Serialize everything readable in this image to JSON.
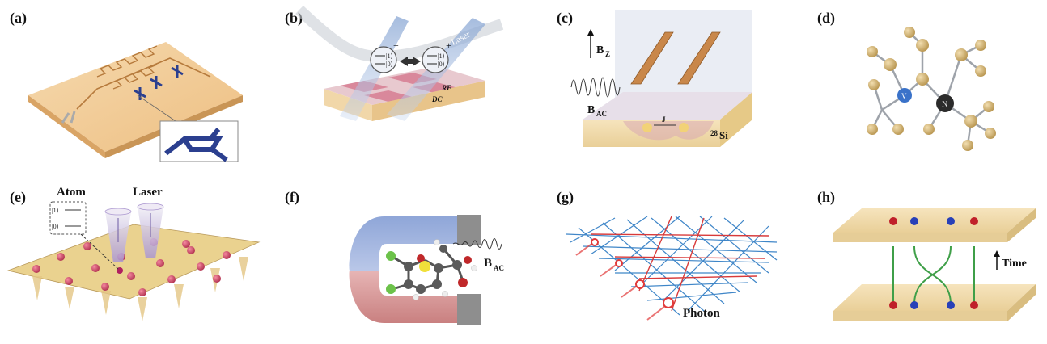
{
  "panels": [
    {
      "label": "(a)",
      "name": "superconducting-circuit"
    },
    {
      "label": "(b)",
      "name": "trapped-ion",
      "texts": {
        "laser": "Laser",
        "rf": "RF",
        "dc": "DC",
        "ket1": "|1⟩",
        "ket0": "|0⟩",
        "plus": "+"
      }
    },
    {
      "label": "(c)",
      "name": "silicon-spin-qubit",
      "texts": {
        "bz": "B",
        "bz_sub": "Z",
        "bac": "B",
        "bac_sub": "AC",
        "si_sup": "28",
        "si": "Si",
        "j": "J"
      }
    },
    {
      "label": "(d)",
      "name": "nv-center",
      "texts": {
        "v": "V",
        "n": "N"
      }
    },
    {
      "label": "(e)",
      "name": "neutral-atom",
      "texts": {
        "atom": "Atom",
        "laser": "Laser",
        "ket1": "|1⟩",
        "ket0": "|0⟩"
      }
    },
    {
      "label": "(f)",
      "name": "molecular-magnet",
      "texts": {
        "bac": "B",
        "bac_sub": "AC"
      }
    },
    {
      "label": "(g)",
      "name": "photonic",
      "texts": {
        "photon": "Photon"
      }
    },
    {
      "label": "(h)",
      "name": "topological",
      "texts": {
        "time": "Time"
      }
    }
  ],
  "colors": {
    "chip": "#f1c98f",
    "chip_side": "#dca86a",
    "blue_wire": "#2b3f8f",
    "ion_beam": "#9fb6da",
    "atom_tan": "#d8bc7e",
    "red_particle": "#c0202a",
    "blue_particle": "#2840b8",
    "green_line": "#3f9f48",
    "photon_red": "#e23a3a",
    "lattice_blue": "#3f86c8"
  }
}
